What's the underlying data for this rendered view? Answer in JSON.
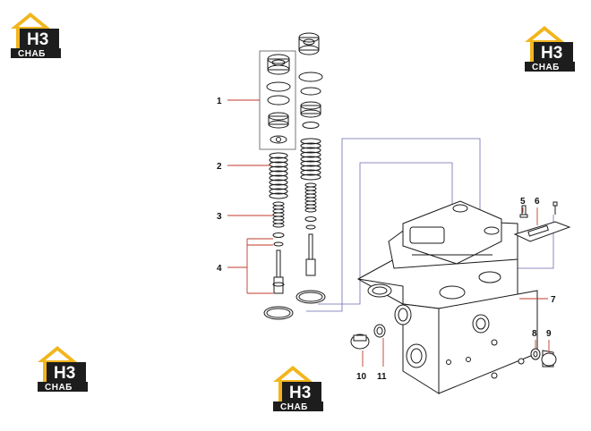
{
  "logo": {
    "letters": "H3",
    "word": "СНАБ",
    "colors": {
      "roof": "#f2b51c",
      "box": "#1d1d1d",
      "band": "#1d1d1d",
      "text": "#ffffff"
    }
  },
  "diagram": {
    "callouts": [
      {
        "id": "1",
        "label": "1"
      },
      {
        "id": "2",
        "label": "2"
      },
      {
        "id": "3",
        "label": "3"
      },
      {
        "id": "4",
        "label": "4"
      },
      {
        "id": "5",
        "label": "5"
      },
      {
        "id": "6",
        "label": "6"
      },
      {
        "id": "7",
        "label": "7"
      },
      {
        "id": "8",
        "label": "8"
      },
      {
        "id": "9",
        "label": "9"
      },
      {
        "id": "10",
        "label": "10"
      },
      {
        "id": "11",
        "label": "11"
      }
    ],
    "colors": {
      "leader": "#c0392b",
      "frame": "#6b6bb0",
      "part": "#1a1a1a"
    }
  }
}
